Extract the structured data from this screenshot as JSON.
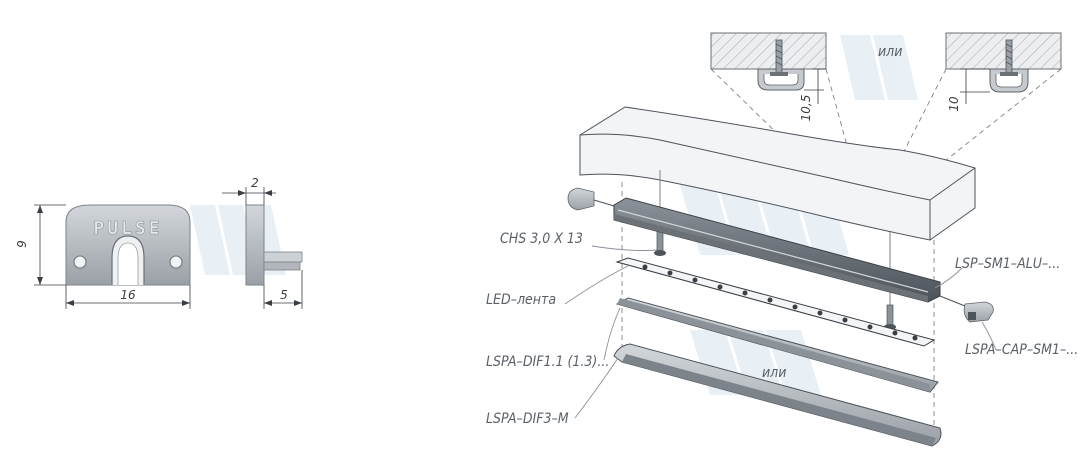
{
  "left_view": {
    "logo_text": "PULSE",
    "dim_height": "9",
    "dim_width": "16",
    "dim_top": "2",
    "dim_side": "5"
  },
  "right_view": {
    "ili_top": "или",
    "ili_bottom": "или",
    "dim_left": "10,5",
    "dim_right": "10",
    "labels": {
      "screw": "CHS 3,0 X 13",
      "led": "LED–лента",
      "dif11": "LSPA–DIF1.1 (1.3)...",
      "dif3": "LSPA–DIF3–M",
      "profile": "LSP–SM1–ALU–...",
      "cap": "LSPA–CAP–SM1–..."
    }
  },
  "colors": {
    "metal": "#b9bec4",
    "metal_dark": "#5e646b",
    "line": "#3a3f45",
    "watermark": "#d7e3ee"
  }
}
